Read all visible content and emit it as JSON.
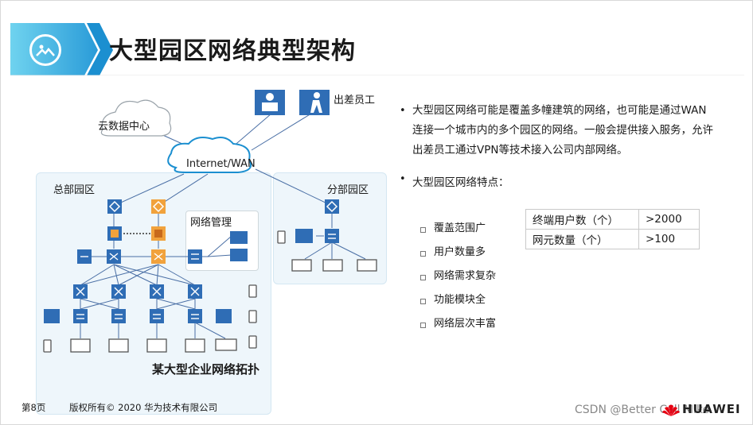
{
  "header": {
    "title": "大型园区网络典型架构",
    "icon": "picture-icon",
    "colors": {
      "banner_light": "#6fd3ef",
      "banner_dark": "#1b8fd0"
    }
  },
  "diagram": {
    "labels": {
      "cloud": "云数据中心",
      "internet": "Internet/WAN",
      "traveler": "出差员工",
      "hq": "总部园区",
      "branch": "分部园区",
      "mgmt": "网络管理"
    },
    "caption": "某大型企业网络拓扑",
    "colors": {
      "device_blue": "#2f6db5",
      "device_orange": "#f1a23c",
      "zone_bg": "#eef6fb",
      "link": "#4a6fa5"
    }
  },
  "content": {
    "paragraph": "大型园区网络可能是覆盖多幢建筑的网络，也可能是通过WAN连接一个城市内的多个园区的网络。一般会提供接入服务，允许出差员工通过VPN等技术接入公司内部网络。",
    "features_heading": "大型园区网络特点：",
    "features": [
      "覆盖范围广",
      "用户数量多",
      "网络需求复杂",
      "功能模块全",
      "网络层次丰富"
    ],
    "table": [
      {
        "key": "终端用户数（个）",
        "value": ">2000"
      },
      {
        "key": "网元数量（个）",
        "value": ">100"
      }
    ]
  },
  "footer": {
    "page": "第8页",
    "copyright": "版权所有© 2020 华为技术有限公司",
    "watermark": "CSDN @Better Call Mike",
    "logo_text": "HUAWEI",
    "logo_color": "#e60012"
  }
}
